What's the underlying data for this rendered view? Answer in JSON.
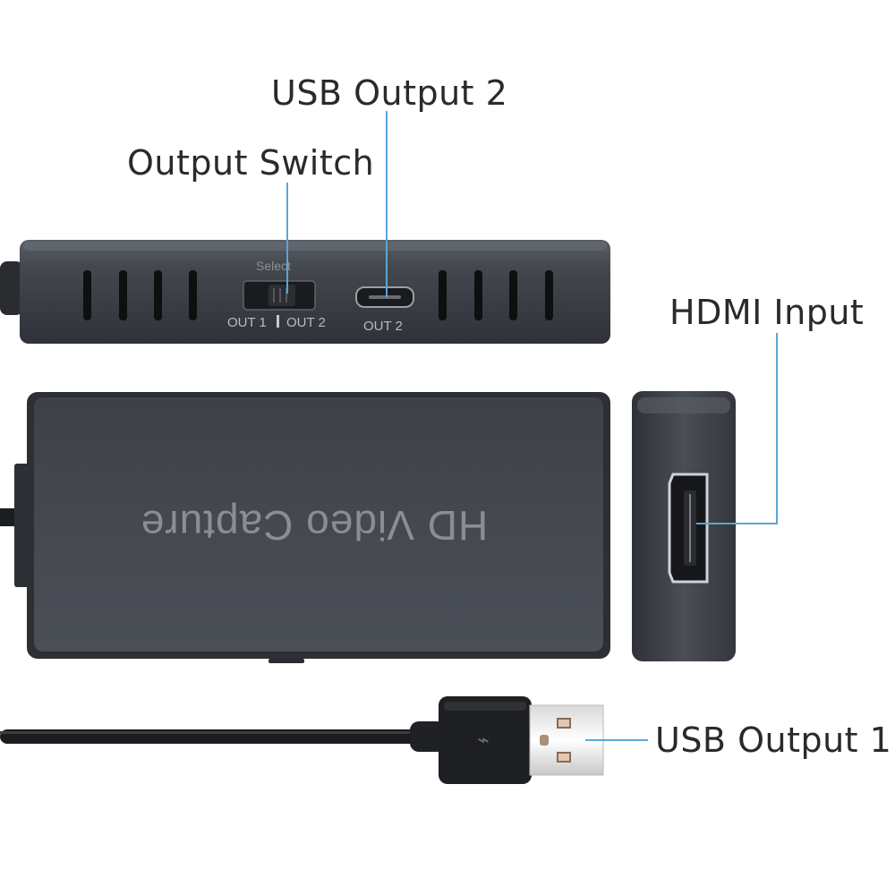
{
  "callouts": {
    "usb_output_2": "USB Output 2",
    "output_switch": "Output Switch",
    "hdmi_input": "HDMI Input",
    "usb_output_1": "USB Output 1"
  },
  "device_print": {
    "select": "Select",
    "out1": "OUT 1",
    "out2_switch": "OUT 2",
    "out2_port": "OUT 2",
    "brand": "HD Video Capture"
  },
  "colors": {
    "device_body": "#3a3d44",
    "callout_line": "#5aa6d6",
    "text": "#2a2a2a"
  }
}
